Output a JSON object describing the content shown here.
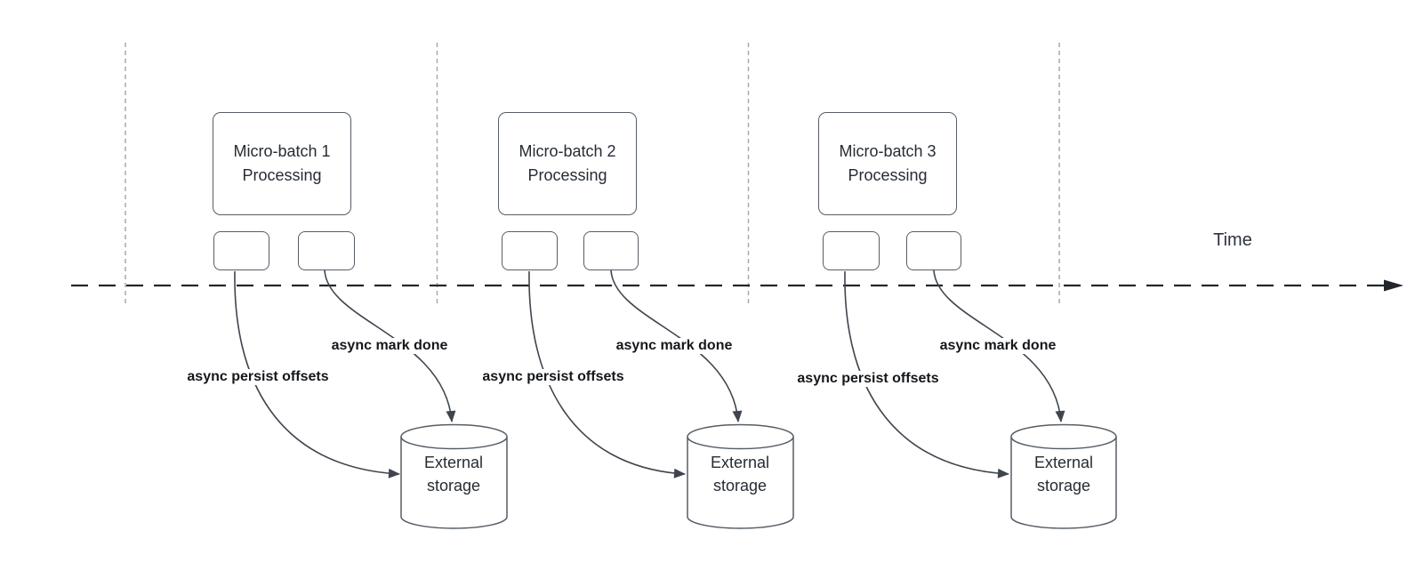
{
  "diagram": {
    "time_axis_label": "Time",
    "clusters": [
      {
        "title_line1": "Micro-batch 1",
        "title_line2": "Processing",
        "persist_label": "async persist offsets",
        "markdone_label": "async mark done",
        "storage_line1": "External",
        "storage_line2": "storage"
      },
      {
        "title_line1": "Micro-batch 2",
        "title_line2": "Processing",
        "persist_label": "async persist offsets",
        "markdone_label": "async mark done",
        "storage_line1": "External",
        "storage_line2": "storage"
      },
      {
        "title_line1": "Micro-batch 3",
        "title_line2": "Processing",
        "persist_label": "async persist offsets",
        "markdone_label": "async mark done",
        "storage_line1": "External",
        "storage_line2": "storage"
      }
    ]
  },
  "colors": {
    "background": "#ffffff",
    "shape_stroke": "#565d66",
    "shape_text": "#262c34",
    "connector_stroke": "#3f454e",
    "timeline_stroke": "#22262c",
    "guide_line": "#a8a9ab",
    "label_text": "#14171b"
  }
}
